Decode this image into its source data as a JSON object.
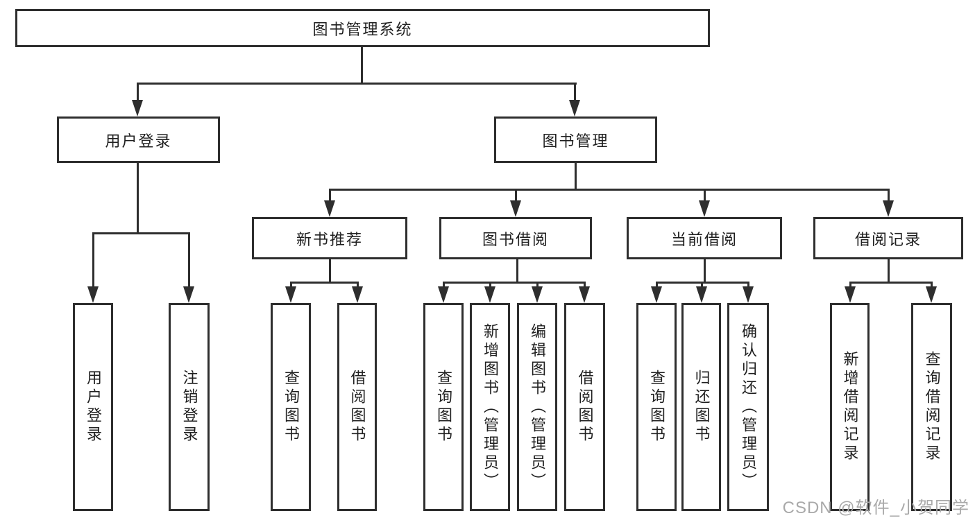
{
  "colors": {
    "background": "#ffffff",
    "box_border": "#2e2e2e",
    "connector_line": "#2e2e2e",
    "text": "#1f1f1f",
    "watermark_text": "#a9a9a9"
  },
  "watermark": {
    "text": "CSDN @软件_小贺同学"
  },
  "tree": {
    "root": {
      "label": "图书管理系统"
    },
    "branches": [
      {
        "label": "用户登录",
        "children": [
          {
            "label": "用户登录"
          },
          {
            "label": "注销登录"
          }
        ]
      },
      {
        "label": "图书管理",
        "sections": [
          {
            "label": "新书推荐",
            "children": [
              {
                "label": "查询图书"
              },
              {
                "label": "借阅图书"
              }
            ]
          },
          {
            "label": "图书借阅",
            "children": [
              {
                "label": "查询图书"
              },
              {
                "label": "新增图书（管理员）"
              },
              {
                "label": "编辑图书（管理员）"
              },
              {
                "label": "借阅图书"
              }
            ]
          },
          {
            "label": "当前借阅",
            "children": [
              {
                "label": "查询图书"
              },
              {
                "label": "归还图书"
              },
              {
                "label": "确认归还（管理员）"
              }
            ]
          },
          {
            "label": "借阅记录",
            "children": [
              {
                "label": "新增借阅记录"
              },
              {
                "label": "查询借阅记录"
              }
            ]
          }
        ]
      }
    ]
  }
}
